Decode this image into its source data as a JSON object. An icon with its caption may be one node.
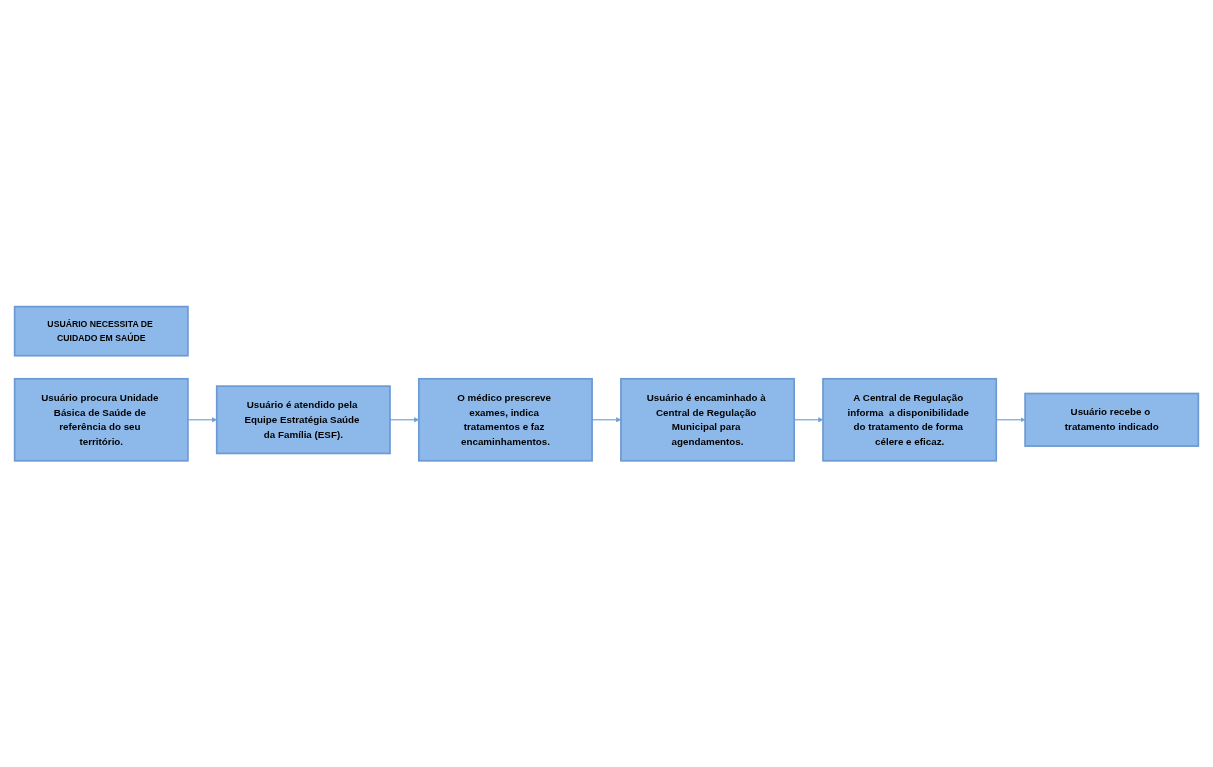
{
  "diagram": {
    "nodes": [
      {
        "text": [
          "USUÁRIO NECESSITA DE CUIDADO EM SAÚDE"
        ]
      },
      {
        "text": [
          "Usuário procura Unidade Básica de Saúde de referência do seu território."
        ]
      },
      {
        "text": [
          "Usuário é atendido pela Equipe Estratégia Saúde da Família (ESF)."
        ]
      },
      {
        "text": [
          "O médico prescreve exames, indica tratamentos e faz encaminhamentos."
        ]
      },
      {
        "text": [
          "Usuário é encaminhado à Central de Regulação Municipal para agendamentos."
        ]
      },
      {
        "text": [
          "A Central de Regulação informa  a disponibilidade do tratamento de forma célere e eficaz."
        ]
      },
      {
        "text": [
          "Usuário recebe o tratamento indicado"
        ]
      }
    ],
    "edges": [
      {
        "from": 1,
        "to": 2,
        "arrow": "to"
      },
      {
        "from": 2,
        "to": 3,
        "arrow": "to"
      },
      {
        "from": 3,
        "to": 4,
        "arrow": "to"
      },
      {
        "from": 4,
        "to": 5,
        "arrow": "to"
      },
      {
        "from": 5,
        "to": 6,
        "arrow": "to"
      }
    ]
  }
}
